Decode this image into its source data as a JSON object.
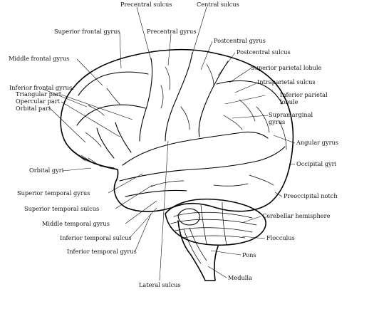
{
  "labels": {
    "precentral_sulcus": "Precentral sulcus",
    "central_sulcus": "Central sulcus",
    "superior_frontal_gyrus": "Superior frontal gyrus",
    "precentral_gyrus": "Precentral gyrus",
    "postcentral_gyrus": "Postcentral gyrus",
    "middle_frontal_gyrus": "Middle frontal gyrus",
    "postcentral_sulcus": "Postcentral sulcus",
    "superior_parietal_lobule": "Superior parietal lobule",
    "inferior_frontal_gyrus": "Inferior frontal gyrus:",
    "triangular_part": "Triangular part",
    "intraparietal_sulcus": "Intraparietal sulcus",
    "opercular_part": "Opercular part",
    "inferior_parietal_lobule_1": "Inferior parietal",
    "inferior_parietal_lobule_2": "lobule",
    "orbital_part": "Orbital part",
    "supramarginal_gyrus_1": "Supramarginal",
    "supramarginal_gyrus_2": "gyrus",
    "angular_gyrus": "Angular gyrus",
    "orbital_gyri": "Orbital gyri",
    "occipital_gyri": "Occipital gyri",
    "superior_temporal_gyrus": "Superior temporal gyrus",
    "preoccipital_notch": "Preoccipital notch",
    "superior_temporal_sulcus": "Superior temporal sulcus",
    "cerebellar_hemisphere": "Cerebellar hemisphere",
    "middle_temporal_gyrus": "Middle temporal gyrus",
    "flocculus": "Flocculus",
    "inferior_temporal_sulcus": "Inferior temporal sulcus",
    "inferior_temporal_gyrus": "Inferior temporal gyrus",
    "pons": "Pons",
    "medulla": "Medulla",
    "lateral_sulcus": "Lateral sulcus"
  }
}
